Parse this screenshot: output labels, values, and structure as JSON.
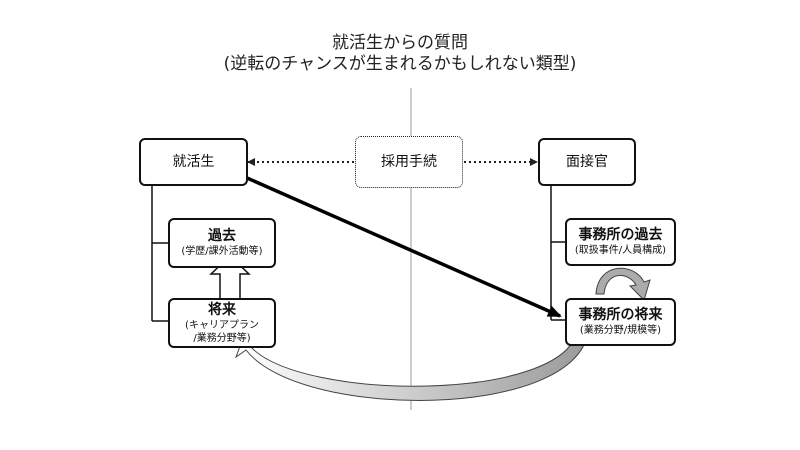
{
  "title": {
    "line1": "就活生からの質問",
    "line2": "(逆転のチャンスが生まれるかもしれない類型)"
  },
  "boxes": {
    "student": "就活生",
    "process": "採用手続",
    "interviewer": "面接官",
    "past": {
      "main": "過去",
      "sub": "(学歴/課外活動等)"
    },
    "future": {
      "main": "将来",
      "sub1": "(キャリアプラン",
      "sub2": "/業務分野等)"
    },
    "firm_past": {
      "main": "事務所の過去",
      "sub": "(取扱事件/人員構成)"
    },
    "firm_future": {
      "main": "事務所の将来",
      "sub": "(業務分野/規模等)"
    }
  }
}
